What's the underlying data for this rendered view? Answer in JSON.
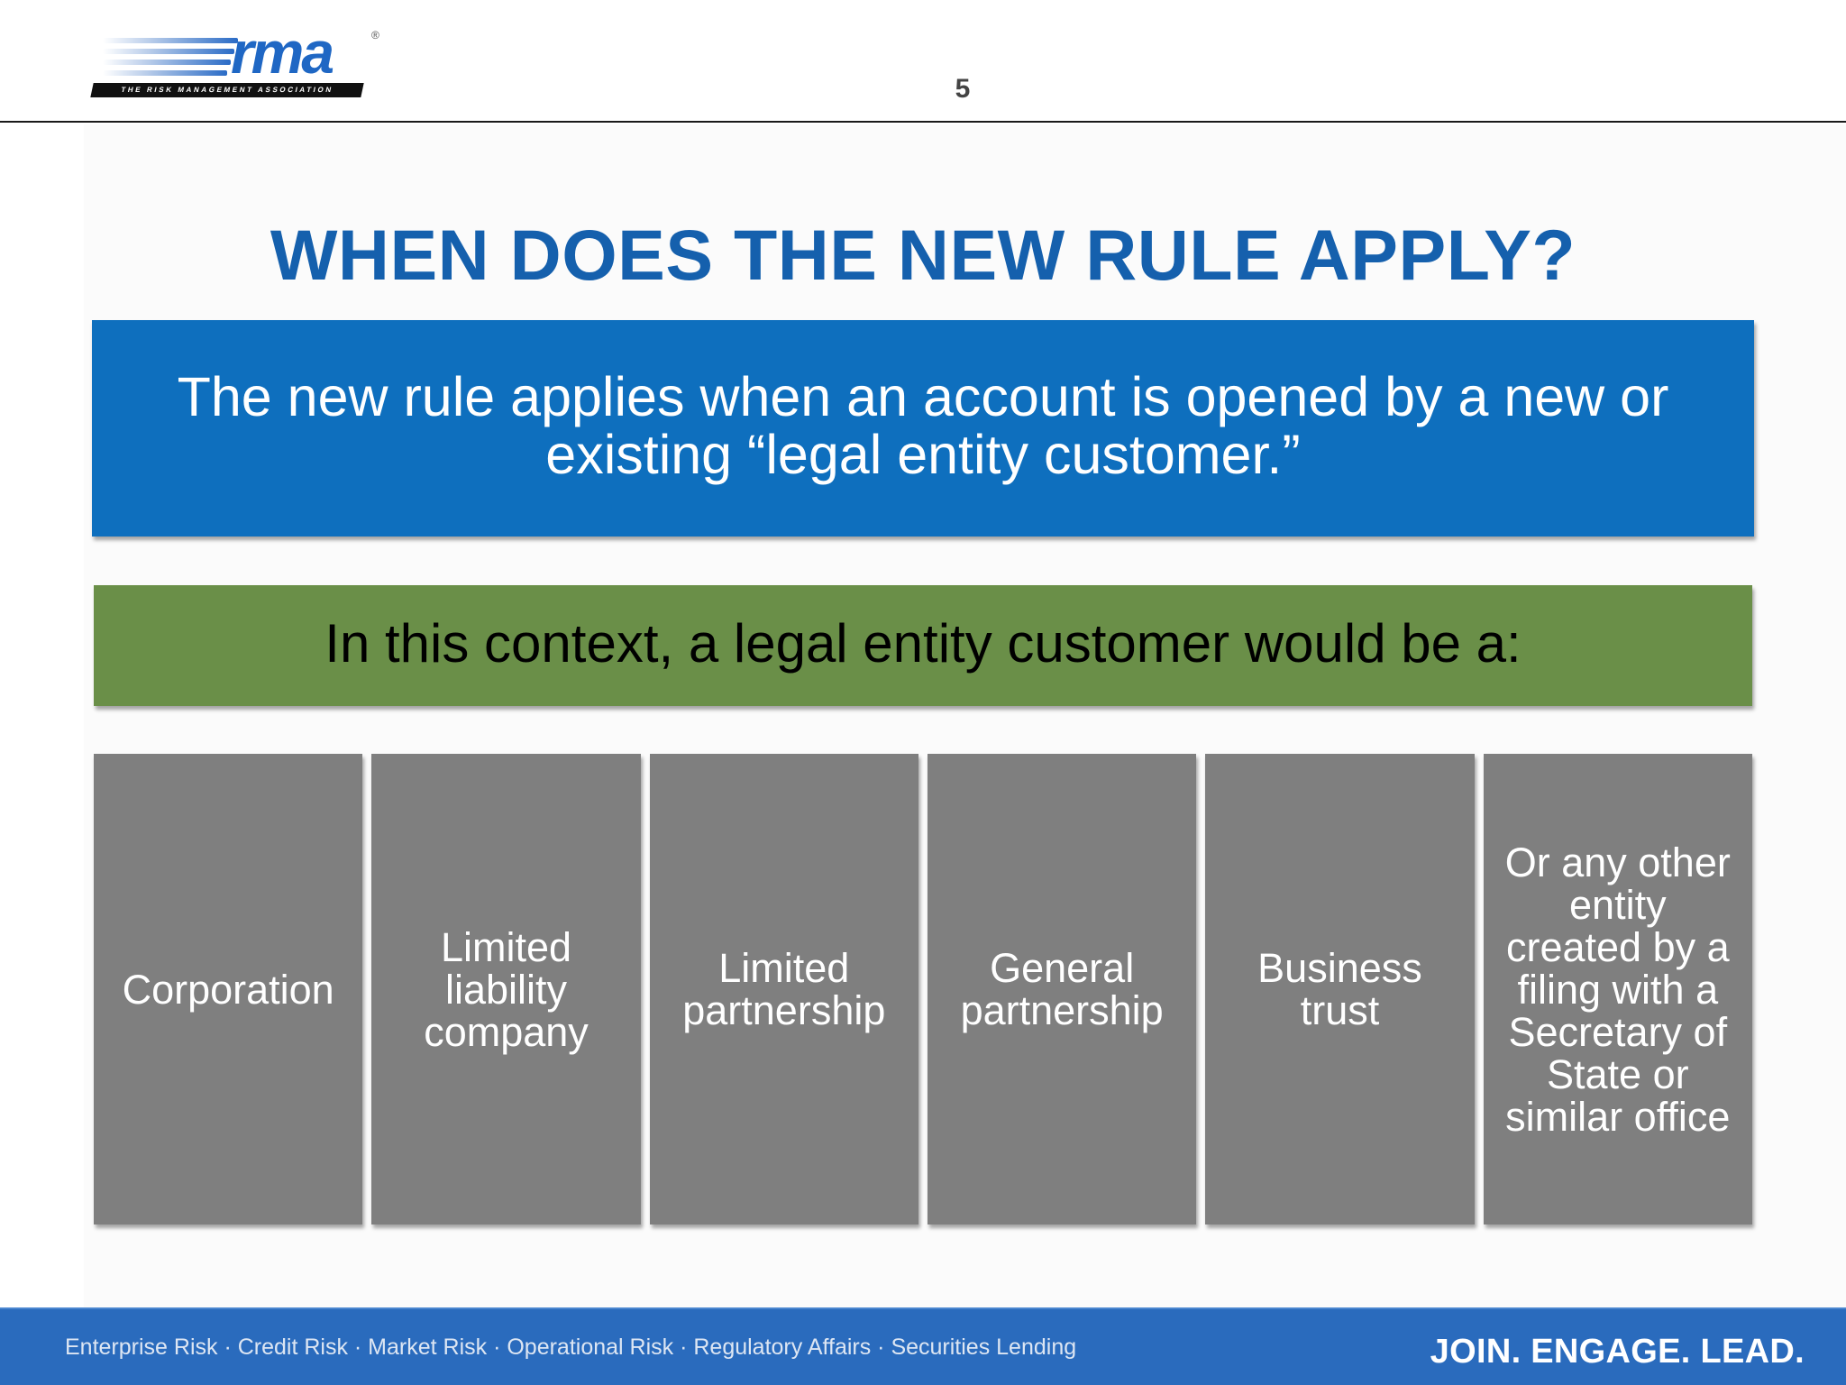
{
  "header": {
    "logo": {
      "wordmark": "rma",
      "registered_mark": "®",
      "tagline": "THE RISK MANAGEMENT ASSOCIATION"
    },
    "page_number": "5"
  },
  "slide": {
    "title": "WHEN DOES THE NEW RULE APPLY?",
    "summary": "The new rule applies when an account is opened by a new or existing “legal entity customer.”",
    "context": "In this context, a legal entity customer would be a:",
    "entity_types": [
      {
        "label": "Corporation"
      },
      {
        "label": "Limited liability company"
      },
      {
        "label": "Limited partnership"
      },
      {
        "label": "General partnership"
      },
      {
        "label": "Business trust"
      },
      {
        "label": "Or any other entity created by a filing with a Secretary of State or similar office"
      }
    ]
  },
  "footer": {
    "risk_areas": "Enterprise Risk · Credit Risk · Market Risk · Operational Risk · Regulatory Affairs · Securities Lending",
    "tagline": "JOIN. ENGAGE. LEAD."
  },
  "colors": {
    "title_blue": "#1560ad",
    "summary_box_blue": "#0e6fbe",
    "context_box_green": "#6a8f48",
    "entity_card_gray": "#7f7f7f",
    "footer_blue": "#2a6bbd",
    "logo_blue": "#1f67c4"
  }
}
